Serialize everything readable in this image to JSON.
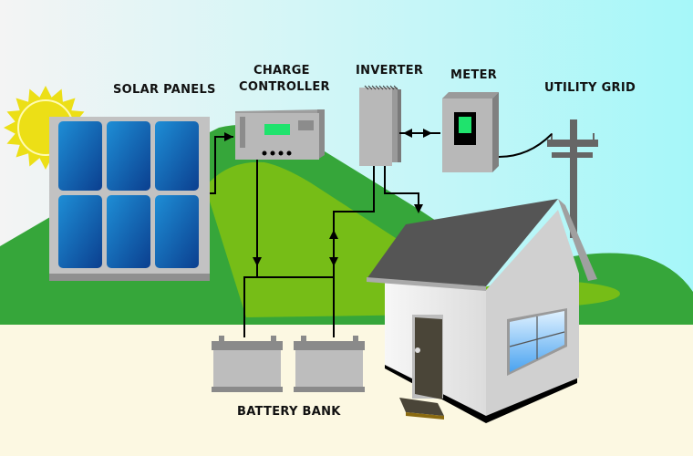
{
  "labels": {
    "solar_panels": "SOLAR PANELS",
    "charge_controller_line1": "CHARGE",
    "charge_controller_line2": "CONTROLLER",
    "inverter": "INVERTER",
    "meter": "METER",
    "utility_grid": "UTILITY GRID",
    "battery_bank": "BATTERY BANK"
  },
  "colors": {
    "sky_left": "#f4f4f4",
    "sky_right": "#a6f7f9",
    "hill_dark": "#36a63a",
    "hill_light": "#76bd17",
    "ground": "#fcf8e2",
    "panel_frame": "#c2c2c2",
    "panel_cell": "#1266b8",
    "sun": "#ecdf16",
    "device_gray": "#b5b5b5",
    "display_green": "#1fe36d",
    "roof": "#555555",
    "wire": "#000000"
  },
  "icons": {
    "sun": "sun-icon",
    "solar_panel": "solar-panel-icon",
    "charge_controller": "charge-controller-icon",
    "inverter": "inverter-icon",
    "meter": "meter-icon",
    "utility_pole": "utility-pole-icon",
    "battery": "battery-icon",
    "house": "house-icon"
  }
}
